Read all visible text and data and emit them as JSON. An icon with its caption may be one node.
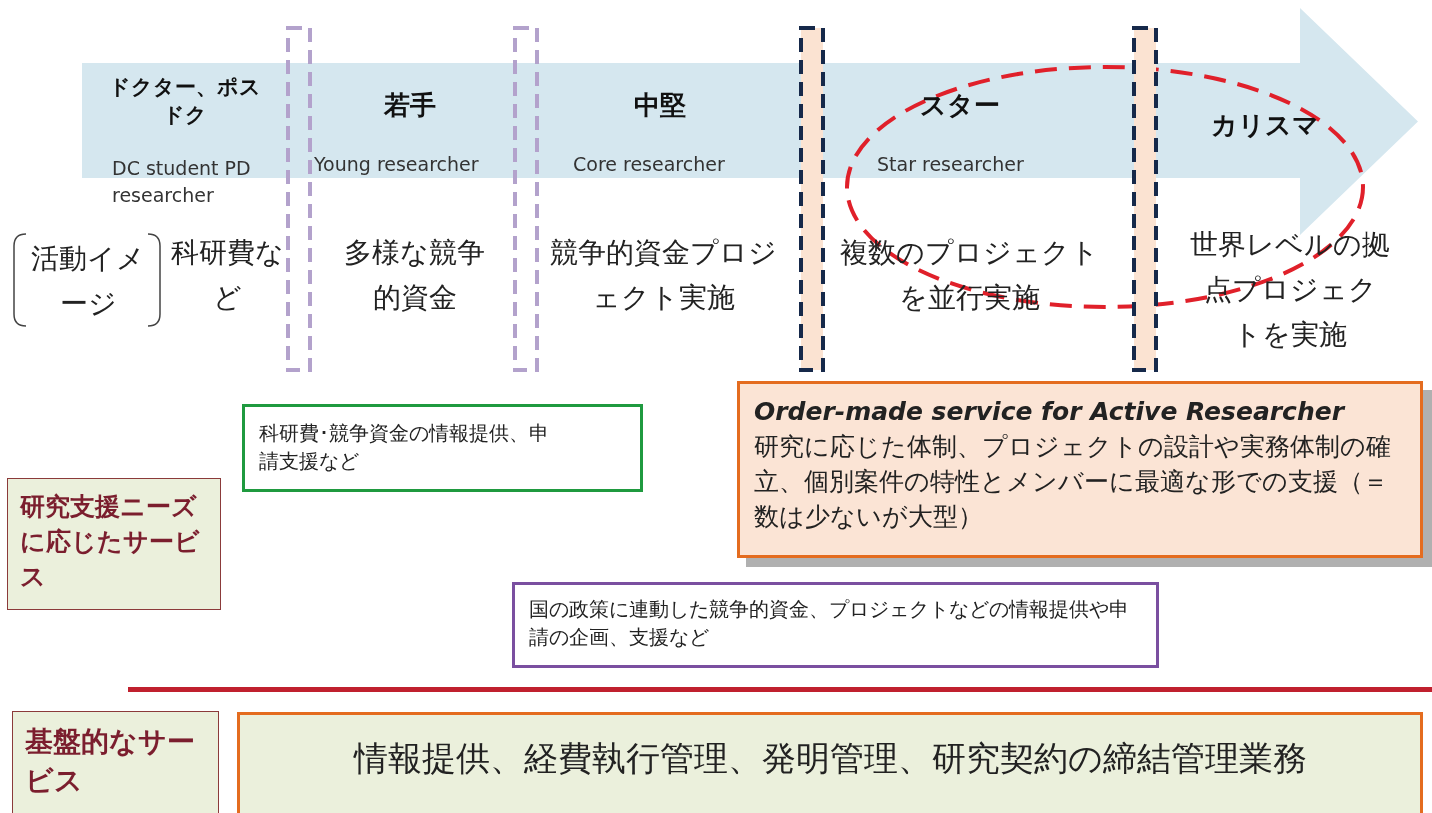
{
  "diagram": {
    "nodes": [
      {
        "text": [],
        "shape": "arrow"
      },
      {
        "text": [
          "ドクター、ポスドク",
          "DC student PD researcher"
        ],
        "in": 0
      },
      {
        "text": [
          "若手",
          "Young researcher"
        ],
        "in": 0
      },
      {
        "text": [
          "中堅",
          "Core researcher"
        ],
        "in": 0
      },
      {
        "text": [
          "スター",
          "Star researcher"
        ],
        "in": 0
      },
      {
        "text": [
          "カリスマ"
        ],
        "in": 0
      },
      {
        "text": [
          "科研費･競争資金の情報提供、申請支援など"
        ]
      },
      {
        "text": [
          "Order-made service for Active Researcher",
          "研究に応じた体制、プロジェクトの設計や実務体制の確立、個別案件の特性とメンバーに最適な形での支援（＝数は少ないが大型）"
        ]
      },
      {
        "text": [
          "研究支援ニーズに応じたサービス"
        ]
      },
      {
        "text": [
          "国の政策に連動した競争的資金、プロジェクトなどの情報提供や申請の企画、支援など"
        ]
      },
      {
        "text": [
          "基盤的なサービス"
        ]
      },
      {
        "text": [
          "情報提供、経費執行管理、発明管理、研究契約の締結管理業務"
        ]
      },
      {
        "text": [],
        "shape": "bar"
      },
      {
        "text": [],
        "shape": "bar"
      },
      {
        "text": [],
        "shape": "bar"
      },
      {
        "text": [],
        "shape": "bar"
      }
    ],
    "labels": [
      "活動イメージ",
      "科研費など",
      "多様な競争的資金",
      "競争的資金プロジェクト実施",
      "複数のプロジェクトを並行実施",
      "世界レベルの拠点プロジェクトを実施"
    ]
  }
}
